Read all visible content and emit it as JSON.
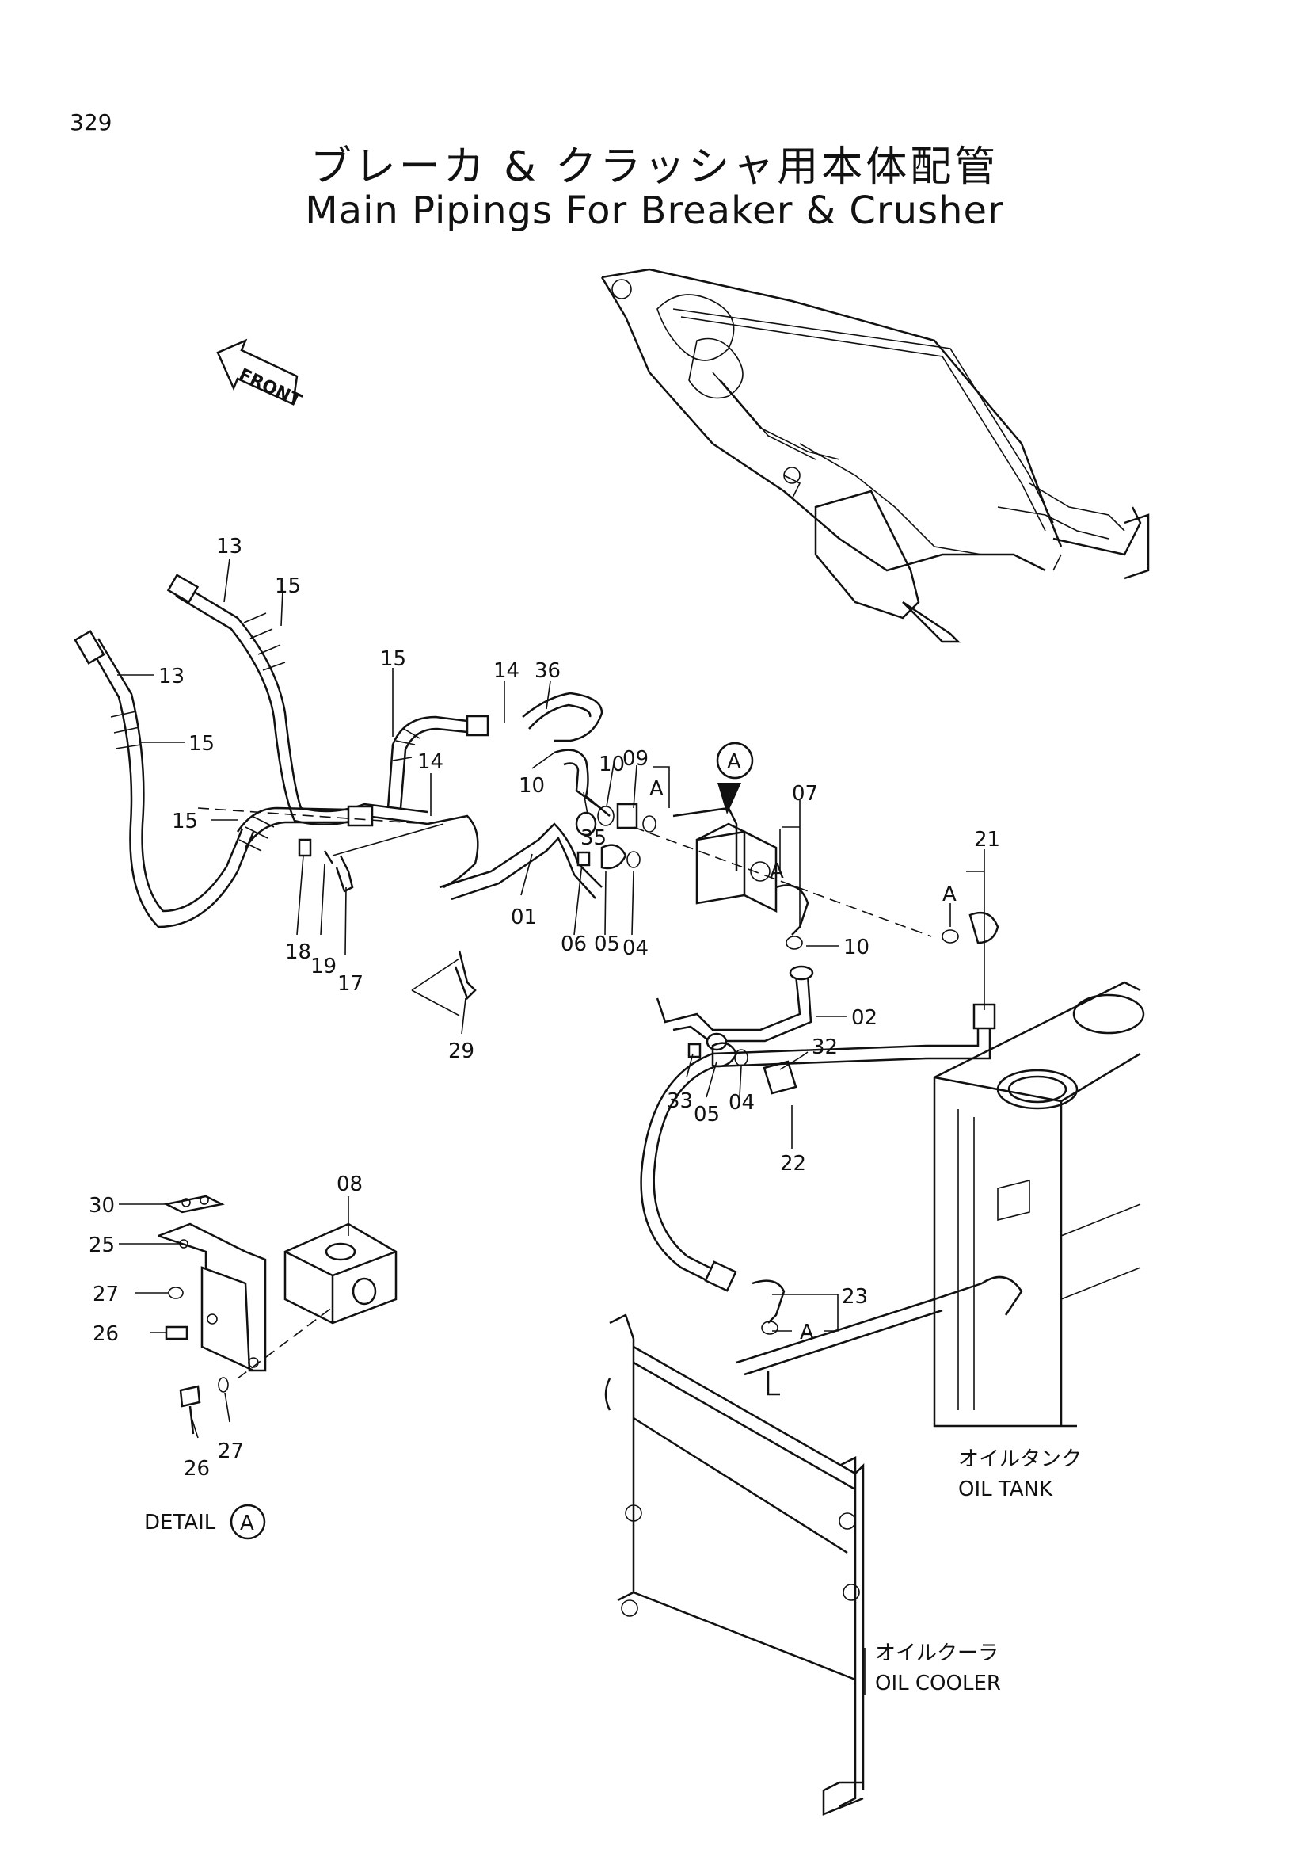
{
  "header": {
    "page_number": "329",
    "title_ja": "ブレーカ & クラッシャ用本体配管",
    "title_en": "Main Pipings For Breaker & Crusher"
  },
  "direction": {
    "label": "FRONT"
  },
  "part_labels": {
    "p13a": "13",
    "p15a": "15",
    "p13b": "13",
    "p15b": "15",
    "p15c": "15",
    "p15d": "15",
    "p14a": "14",
    "p36": "36",
    "p14b": "14",
    "p10a": "10",
    "p10b": "10",
    "p09": "09",
    "pA1": "A",
    "p35": "35",
    "p01": "01",
    "p06": "06",
    "p05a": "05",
    "p04a": "04",
    "p18": "18",
    "p19": "19",
    "p17": "17",
    "p29": "29",
    "p07": "07",
    "pA2": "A",
    "p10c": "10",
    "p02": "02",
    "p21": "21",
    "pA3": "A",
    "p32": "32",
    "p33": "33",
    "p05b": "05",
    "p04b": "04",
    "p22": "22",
    "p23": "23",
    "pA4": "A",
    "p08": "08",
    "p30": "30",
    "p25": "25",
    "p27a": "27",
    "p26a": "26",
    "p26b": "26",
    "p27b": "27",
    "detailA": "A",
    "calloutA": "A"
  },
  "detail": {
    "label": "DETAIL",
    "ref": "A"
  },
  "components": {
    "oil_tank_ja": "オイルタンク",
    "oil_tank_en": "OIL  TANK",
    "oil_cooler_ja": "オイルクーラ",
    "oil_cooler_en": "OIL  COOLER"
  }
}
